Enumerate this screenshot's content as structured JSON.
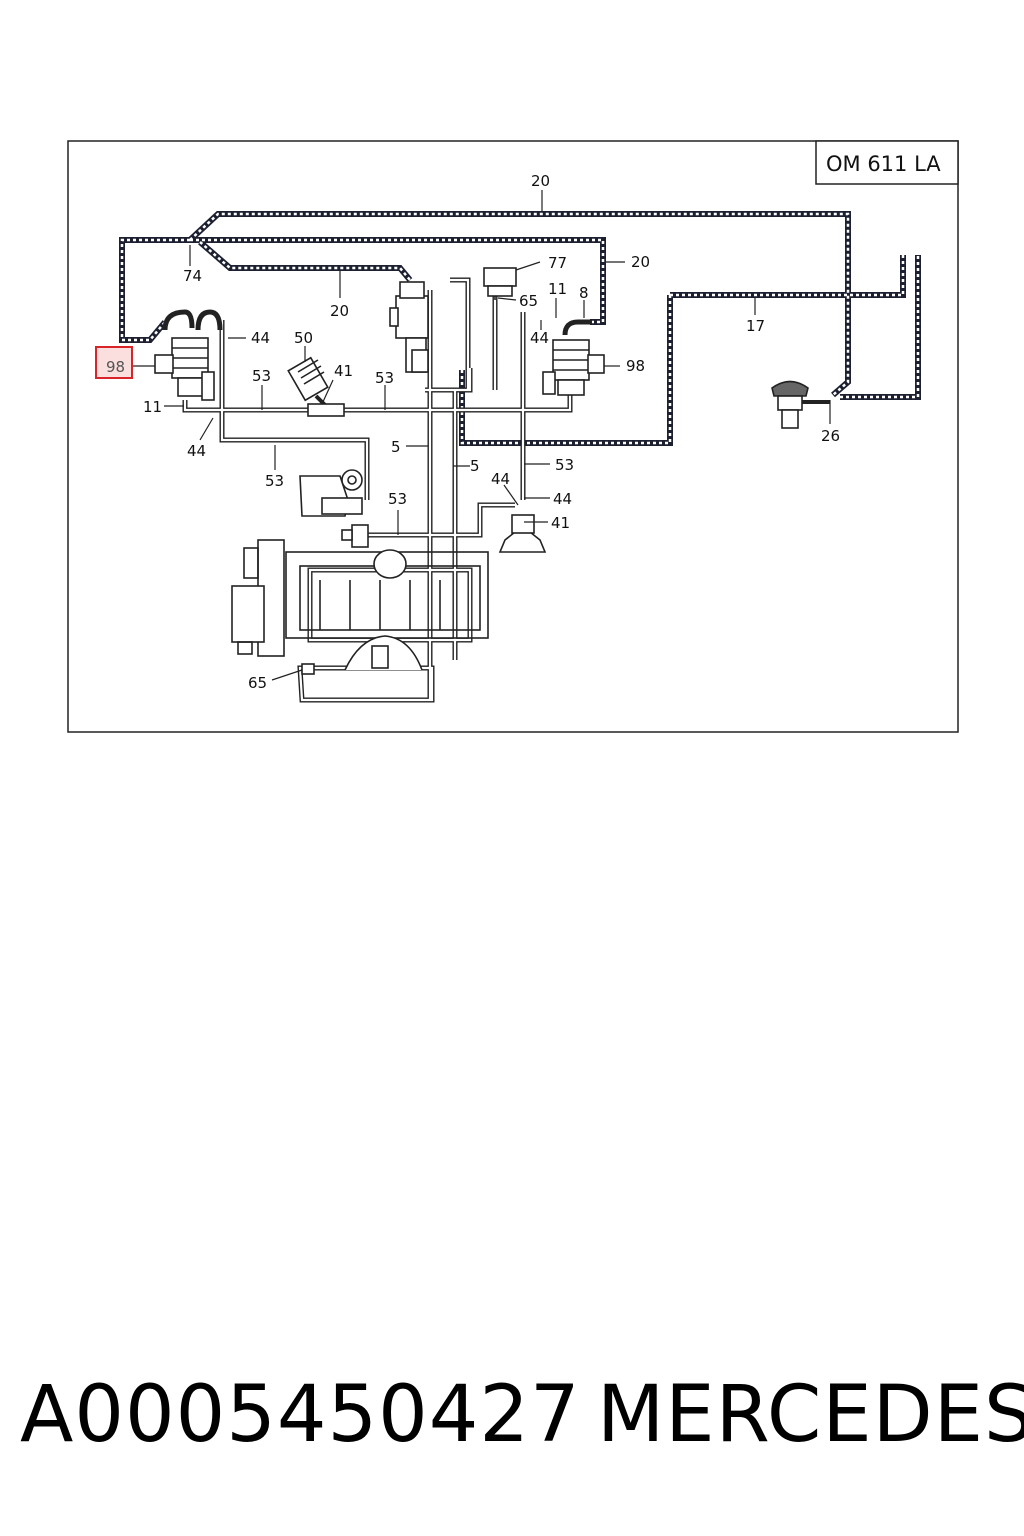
{
  "diagram": {
    "engine_tag": "OM 611 LA",
    "highlight_color": "#d9252a",
    "labels": {
      "l20a": "20",
      "l20b": "20",
      "l20c": "20",
      "l74": "74",
      "l77": "77",
      "l65a": "65",
      "l65b": "65",
      "l11a": "11",
      "l11b": "11",
      "l8": "8",
      "l17": "17",
      "l44a": "44",
      "l44b": "44",
      "l44c": "44",
      "l44d": "44",
      "l44e": "44",
      "l98a": "98",
      "l98b": "98",
      "l50": "50",
      "l41a": "41",
      "l41b": "41",
      "l53a": "53",
      "l53b": "53",
      "l53c": "53",
      "l53d": "53",
      "l53e": "53",
      "l5a": "5",
      "l5b": "5",
      "l26": "26"
    }
  },
  "footer": {
    "part_number": "A0005450427",
    "brand": "MERCEDES"
  }
}
